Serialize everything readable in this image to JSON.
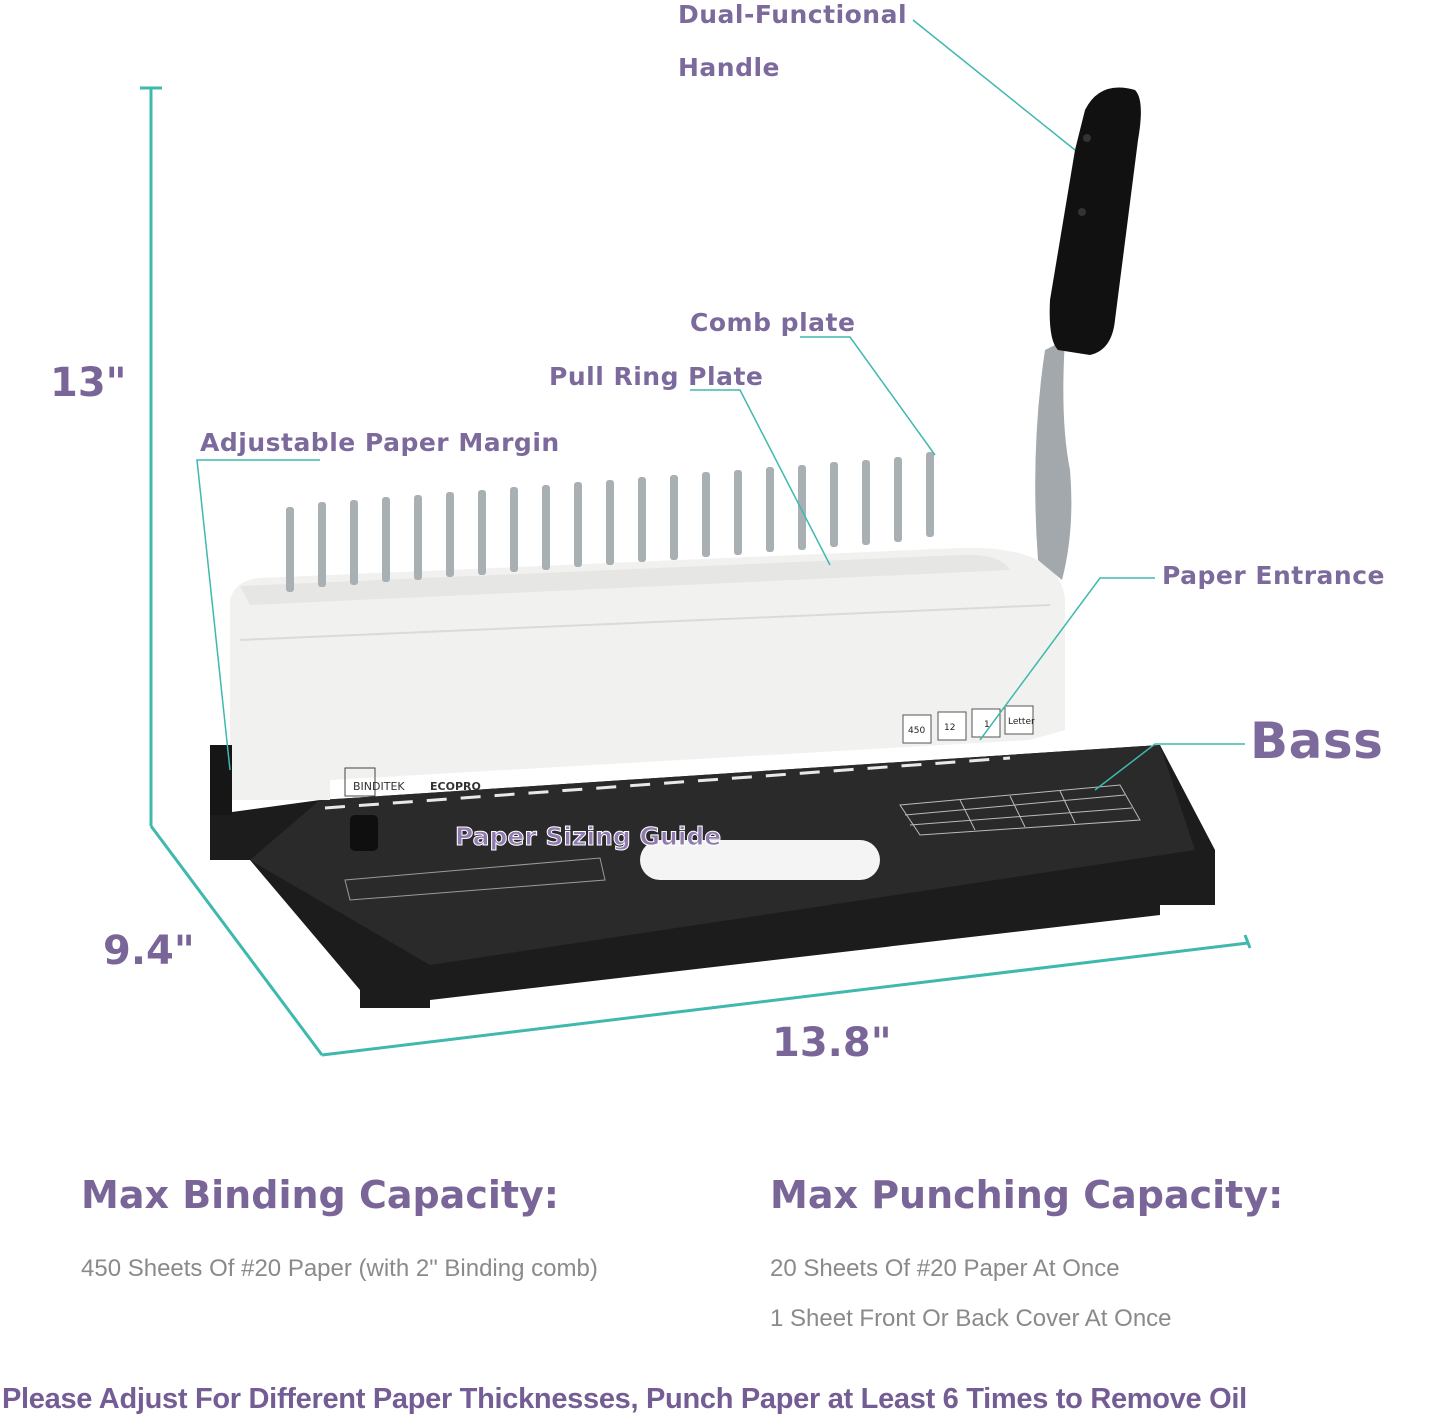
{
  "callouts": {
    "handle_line1": "Dual-Functional",
    "handle_line2": "Handle",
    "comb_plate": "Comb plate",
    "pull_ring_plate": "Pull Ring Plate",
    "adjustable_margin": "Adjustable Paper Margin",
    "paper_entrance": "Paper Entrance",
    "base": "Bass",
    "paper_sizing_guide": "Paper Sizing Guide"
  },
  "dimensions": {
    "height": "13\"",
    "depth": "9.4\"",
    "width": "13.8\""
  },
  "product": {
    "brand": "BINDITEK",
    "model": "ECOPRO",
    "indicator_labels": [
      "450",
      "12",
      "1",
      "Letter"
    ],
    "accent_color": "#3fb8ae",
    "text_color": "#7a6598"
  },
  "specs": {
    "binding": {
      "title": "Max Binding Capacity:",
      "lines": [
        "450 Sheets Of #20 Paper (with 2\" Binding comb)"
      ]
    },
    "punching": {
      "title": "Max Punching Capacity:",
      "lines": [
        "20 Sheets Of #20 Paper At Once",
        "1 Sheet Front Or Back Cover At Once"
      ]
    }
  },
  "footer": {
    "note": "Please Adjust For Different Paper Thicknesses, Punch Paper at Least 6 Times to Remove Oil"
  }
}
